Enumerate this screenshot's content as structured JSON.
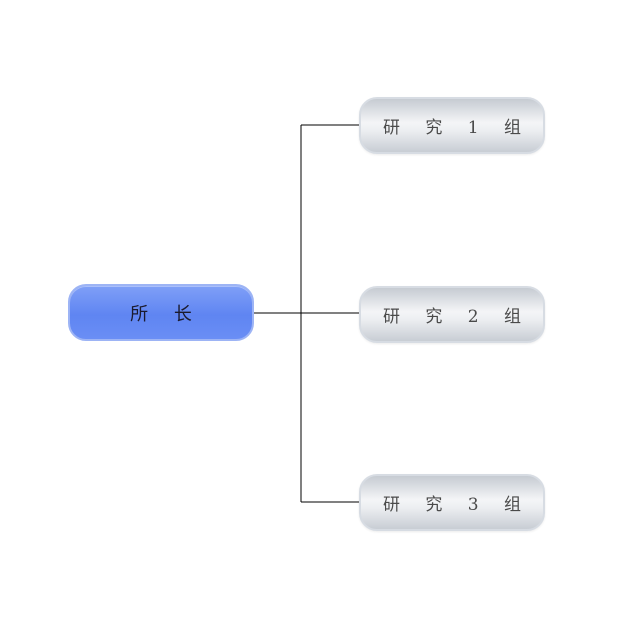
{
  "diagram": {
    "type": "org-chart",
    "root": {
      "label": "所 长",
      "color": "#6a8ef5"
    },
    "children": [
      {
        "label": "研 究 1 组"
      },
      {
        "label": "研 究 2 组"
      },
      {
        "label": "研 究 3 组"
      }
    ],
    "connector_color": "#000000"
  }
}
